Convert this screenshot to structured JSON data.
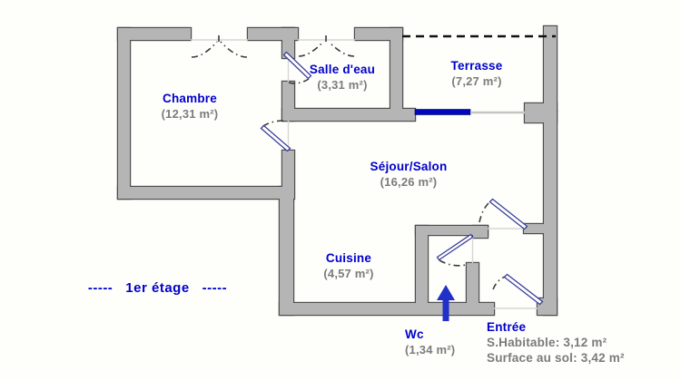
{
  "floorplan": {
    "floor_label": "-----   1er étage   -----",
    "rooms": {
      "chambre": {
        "name": "Chambre",
        "area": "(12,31 m²)"
      },
      "salle_deau": {
        "name": "Salle d'eau",
        "area": "(3,31 m²)"
      },
      "terrasse": {
        "name": "Terrasse",
        "area": "(7,27 m²)"
      },
      "sejour": {
        "name": "Séjour/Salon",
        "area": "(16,26 m²)"
      },
      "cuisine": {
        "name": "Cuisine",
        "area": "(4,57 m²)"
      },
      "wc": {
        "name": "Wc",
        "area": "(1,34 m²)"
      },
      "entree": {
        "name": "Entrée"
      }
    },
    "summary": {
      "habitable": "S.Habitable: 3,12 m²",
      "surface_sol": "Surface au sol: 3,42 m²"
    },
    "colors": {
      "room_label_blue": "#0000cc",
      "area_label_gray": "#7b7b7b",
      "wall_fill": "#b5b5b5",
      "wall_outline": "#4f4f4f",
      "window_blue": "#0008bb",
      "arrow_blue": "#2030c8"
    }
  }
}
